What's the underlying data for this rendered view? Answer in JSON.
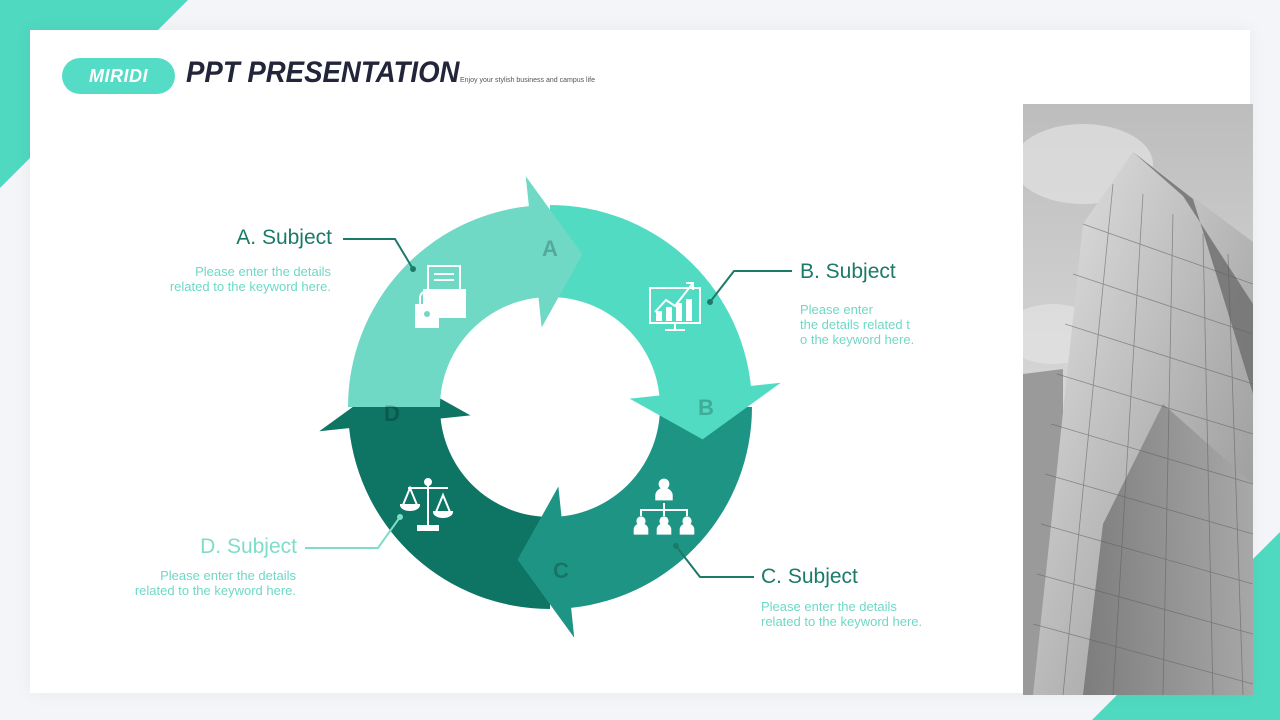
{
  "header": {
    "brand": "MIRIDI",
    "title": "PPT PRESENTATION",
    "tagline": "Enjoy your stylish business and campus life"
  },
  "colors": {
    "accent": "#55dcc6",
    "segment_a": "#6fd9c6",
    "segment_b": "#52dbc3",
    "segment_c": "#1e9584",
    "segment_d": "#0e7464",
    "title_dark": "#1b7a68",
    "title_light": "#7fdcc9",
    "desc_text": "#6fd8c6"
  },
  "cycle": {
    "segments": [
      {
        "letter": "A",
        "icon": "secure-document-folder-icon"
      },
      {
        "letter": "B",
        "icon": "growth-chart-monitor-icon"
      },
      {
        "letter": "C",
        "icon": "organization-chart-icon"
      },
      {
        "letter": "D",
        "icon": "balance-scale-icon"
      }
    ]
  },
  "subjects": [
    {
      "title": "A. Subject",
      "lines": [
        "Please enter the details",
        "related to the keyword here."
      ]
    },
    {
      "title": "B. Subject",
      "lines": [
        "Please enter",
        "the details related t",
        "o the keyword here."
      ]
    },
    {
      "title": "C. Subject",
      "lines": [
        "Please enter the details",
        "related to the keyword here."
      ]
    },
    {
      "title": "D. Subject",
      "lines": [
        "Please enter the details",
        "related to the keyword here."
      ]
    }
  ]
}
